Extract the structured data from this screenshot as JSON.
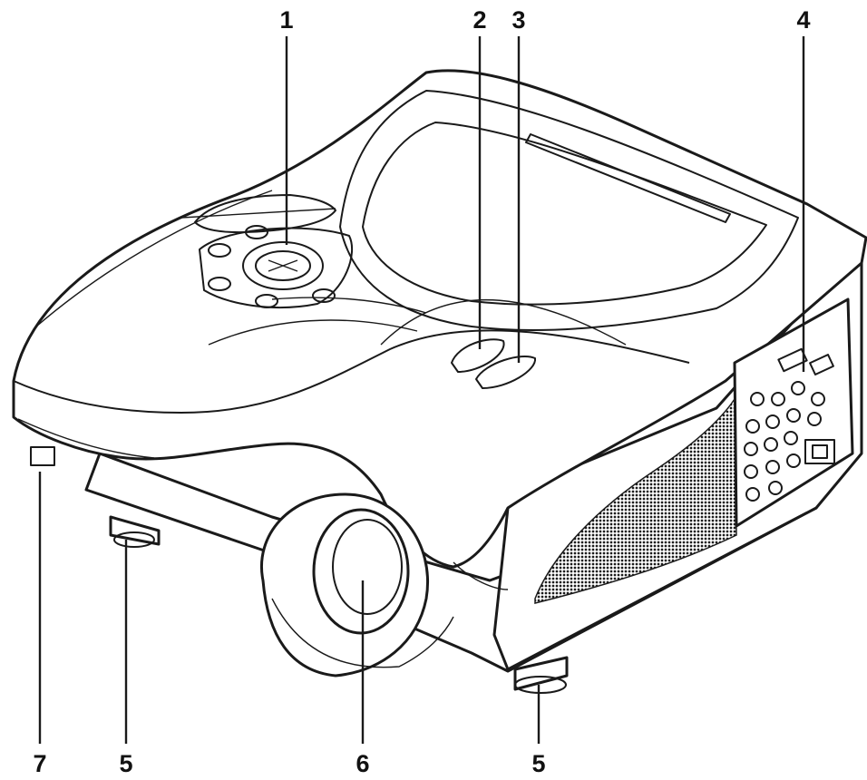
{
  "callouts": [
    {
      "id": "1",
      "label": "1"
    },
    {
      "id": "2",
      "label": "2"
    },
    {
      "id": "3",
      "label": "3"
    },
    {
      "id": "4",
      "label": "4"
    },
    {
      "id": "5a",
      "label": "5"
    },
    {
      "id": "6",
      "label": "6"
    },
    {
      "id": "5b",
      "label": "5"
    },
    {
      "id": "7",
      "label": "7"
    }
  ]
}
